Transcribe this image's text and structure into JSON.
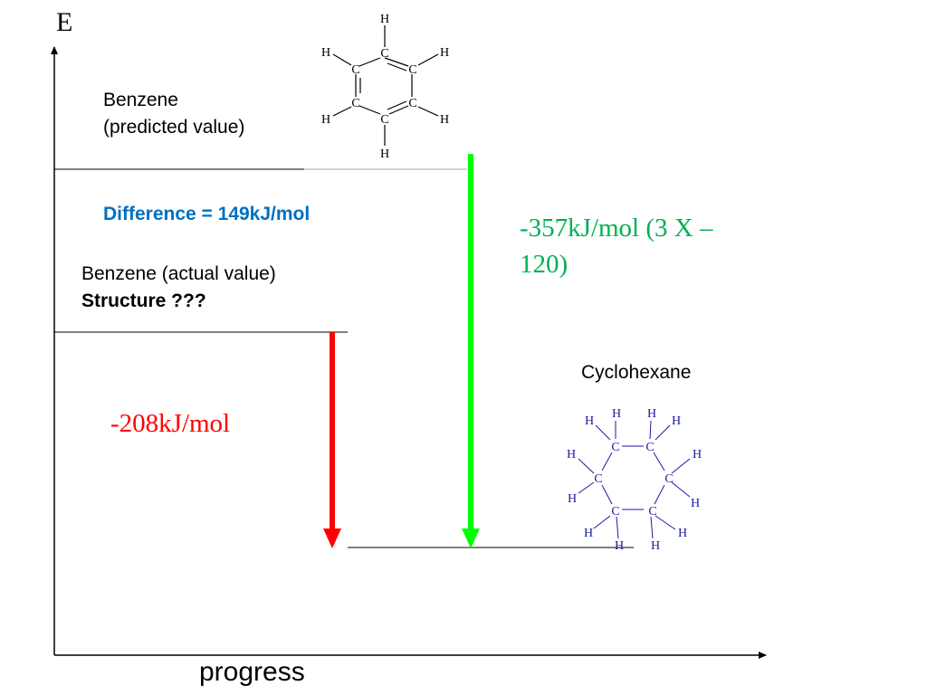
{
  "axes": {
    "y_label": "E",
    "x_label": "progress"
  },
  "levels": {
    "benzene_predicted": {
      "line1": "Benzene",
      "line2": "(predicted value)"
    },
    "difference": "Difference = 149kJ/mol",
    "benzene_actual": {
      "line1": "Benzene (actual value)",
      "line2": "Structure ???"
    },
    "cyclohexane": "Cyclohexane"
  },
  "arrows": {
    "green": {
      "label": "-357kJ/mol (3 X –120)",
      "color": "#00ff00"
    },
    "red": {
      "label": "-208kJ/mol",
      "color": "#ff0000"
    }
  },
  "colors": {
    "difference_text": "#0070c0",
    "green_text": "#00b050",
    "red_text": "#ff0000",
    "cyclohexane_atoms": "#1a1aa6"
  },
  "molecules": {
    "benzene_atoms": {
      "carbon": "C",
      "hydrogen": "H"
    },
    "cyclohexane_atoms": {
      "carbon": "C",
      "hydrogen": "H"
    }
  }
}
